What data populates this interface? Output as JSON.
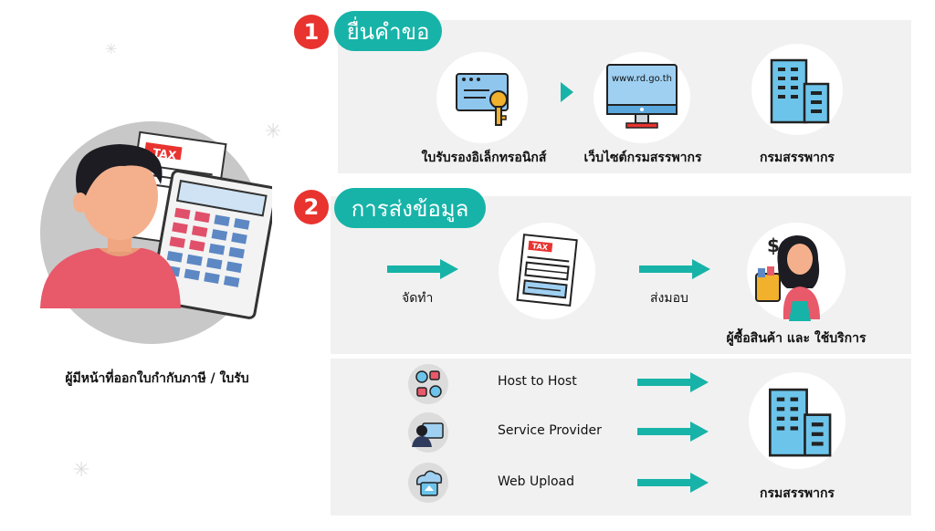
{
  "left": {
    "caption": "ผู้มีหน้าที่ออกใบกำกับภาษี / ใบรับ",
    "tax_doc_label": "TAX"
  },
  "step1": {
    "number": "1",
    "title": "ยื่นคำขอ",
    "items": [
      {
        "label": "ใบรับรองอิเล็กทรอนิกส์"
      },
      {
        "label": "เว็บไซต์กรมสรรพากร",
        "screen_text": "www.rd.go.th"
      },
      {
        "label": "กรมสรรพากร"
      }
    ]
  },
  "step2": {
    "number": "2",
    "title": "การส่งข้อมูล",
    "prepare_label": "จัดทำ",
    "deliver_label": "ส่งมอบ",
    "doc_label": "TAX",
    "buyer_label": "ผู้ซื้อสินค้า และ ใช้บริการ"
  },
  "channels": {
    "items": [
      {
        "label": "Host to Host",
        "icon": "host-to-host-icon"
      },
      {
        "label": "Service Provider",
        "icon": "service-provider-icon"
      },
      {
        "label": "Web Upload",
        "icon": "web-upload-icon"
      }
    ],
    "target_label": "กรมสรรพากร"
  },
  "colors": {
    "accent": "#17b3a8",
    "step_badge": "#e8332f",
    "panel": "#f1f1f1"
  }
}
